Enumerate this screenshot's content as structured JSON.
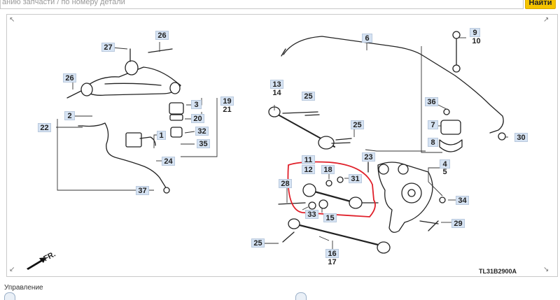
{
  "search": {
    "value": "анию запчасти / по номеру детали",
    "button_label": "Найти"
  },
  "diagram": {
    "code": "TL31B2900A",
    "direction_label": "FR.",
    "callouts": [
      "1",
      "2",
      "3",
      "4",
      "5",
      "6",
      "7",
      "8",
      "9",
      "10",
      "11",
      "12",
      "13",
      "14",
      "15",
      "16",
      "17",
      "18",
      "19",
      "20",
      "21",
      "22",
      "23",
      "24",
      "25",
      "25",
      "25",
      "26",
      "26",
      "27",
      "28",
      "29",
      "30",
      "31",
      "32",
      "33",
      "34",
      "35",
      "36",
      "37"
    ],
    "highlight_color": "#e0202a",
    "callout_color": "#d6e3f3"
  },
  "footer": {
    "section_title": "Управление"
  }
}
